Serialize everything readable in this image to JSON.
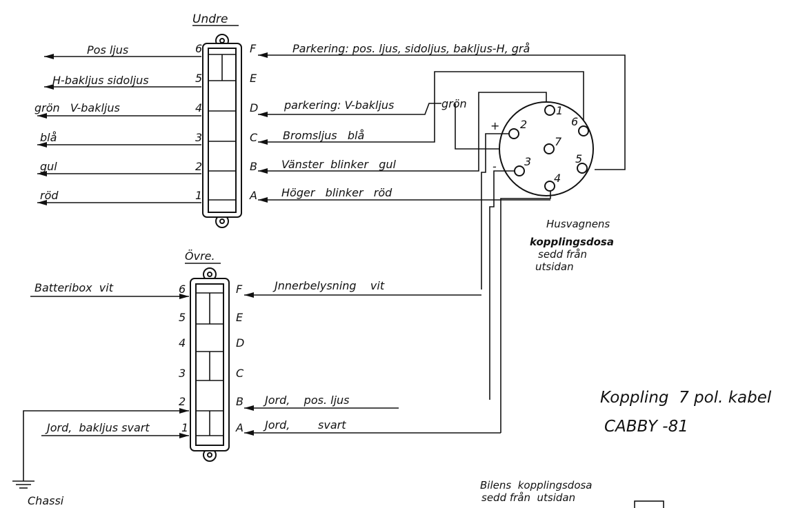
{
  "upper_block": {
    "title": "Undre",
    "left_pins": [
      "6",
      "5",
      "4",
      "3",
      "2",
      "1"
    ],
    "right_pins": [
      "F",
      "E",
      "D",
      "C",
      "B",
      "A"
    ],
    "left_labels": [
      "Pos ljus",
      "H-bakljus sidoljus",
      "grön   V-bakljus",
      "blå",
      "gul",
      "röd"
    ],
    "right_labels": [
      "Parkering: pos. ljus, sidoljus, bakljus-H, grå",
      "",
      "parkering: V-bakljus",
      "Bromsljus   blå",
      "Vänster  blinker   gul",
      "Höger   blinker   röd"
    ],
    "gron_label": "grön"
  },
  "lower_block": {
    "title": "Övre.",
    "left_pins": [
      "6",
      "5",
      "4",
      "3",
      "2",
      "1"
    ],
    "right_pins": [
      "F",
      "E",
      "D",
      "C",
      "B",
      "A"
    ],
    "left_labels": [
      "Batteribox  vit",
      "",
      "",
      "",
      "",
      "Jord,  bakljus svart"
    ],
    "right_labels": [
      "Jnnerbelysning    vit",
      "",
      "",
      "",
      "Jord,    pos. ljus",
      "Jord,        svart"
    ]
  },
  "socket": {
    "pins": [
      "1",
      "2",
      "3",
      "4",
      "5",
      "6",
      "7"
    ],
    "plus": "+",
    "minus": "-",
    "caption": [
      "Husvagnens",
      "kopplingsdosa",
      "sedd från",
      "utsidan"
    ]
  },
  "chassi_label": "Chassi",
  "title_lines": [
    "Koppling  7 pol. kabel",
    "CABBY -81"
  ],
  "bottom_caption": [
    "Bilens  kopplingsdosa",
    "sedd från  utsidan"
  ]
}
